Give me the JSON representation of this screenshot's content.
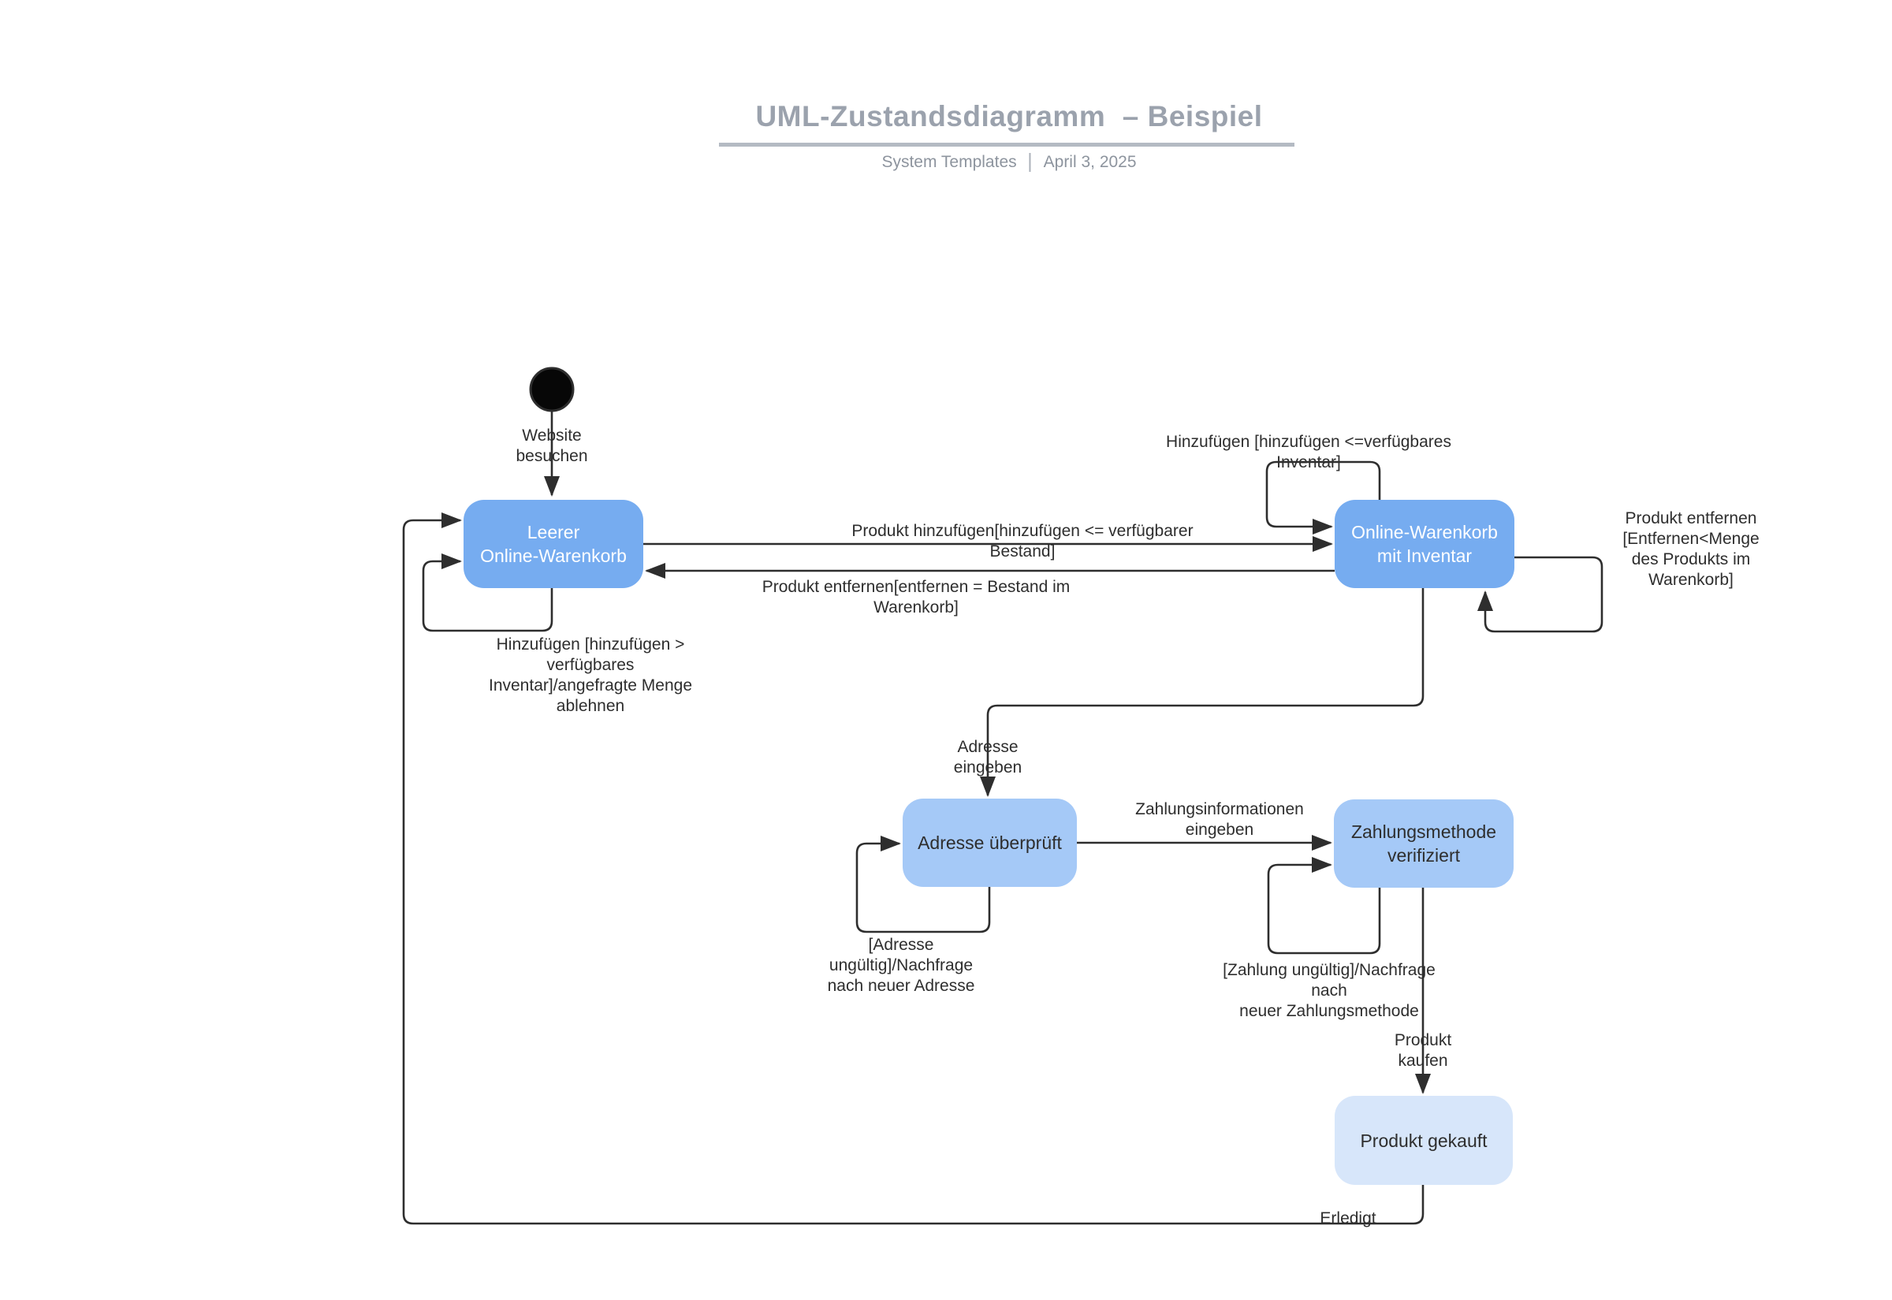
{
  "header": {
    "title": "UML-Zustandsdiagramm  – Beispiel",
    "subtitle_left": "System Templates",
    "subtitle_right": "April 3, 2025"
  },
  "diagram": {
    "states": {
      "empty_cart": "Leerer\nOnline-Warenkorb",
      "cart_with_inventory": "Online-Warenkorb\nmit Inventar",
      "address_checked": "Adresse überprüft",
      "payment_verified": "Zahlungsmethode\nverifiziert",
      "purchased": "Produkt gekauft"
    },
    "labels": {
      "visit_website": "Website\nbesuchen",
      "add_product_ok": "Produkt hinzufügen[hinzufügen <= verfügbarer\nBestand]",
      "remove_product_all": "Produkt entfernen[entfernen = Bestand im\nWarenkorb]",
      "add_reject": "Hinzufügen [hinzufügen >\nverfügbares\nInventar]/angefragte Menge\nablehnen",
      "add_within_inventory": "Hinzufügen [hinzufügen <=verfügbares\nInventar]",
      "remove_partial": "Produkt entfernen\n[Entfernen<Menge\ndes Produkts im Warenkorb]",
      "enter_address": "Adresse\neingeben",
      "enter_payment_info": "Zahlungsinformationen\neingeben",
      "address_invalid": "[Adresse\nungültig]/Nachfrage\nnach neuer Adresse",
      "payment_invalid": "[Zahlung ungültig]/Nachfrage\nnach\nneuer Zahlungsmethode",
      "buy_product": "Produkt\nkaufen",
      "done": "Erledigt"
    },
    "colors": {
      "state_primary": "#76ACF0",
      "state_secondary": "#A5C9F7",
      "state_final": "#D7E6FA",
      "wire": "#2E2E2E",
      "title_gray": "#9BA2AD"
    }
  }
}
